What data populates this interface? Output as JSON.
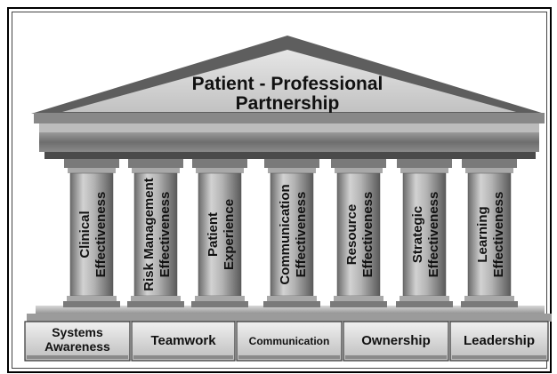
{
  "pediment": {
    "line1": "Patient - Professional",
    "line2": "Partnership"
  },
  "pillars": [
    {
      "line1": "Clinical",
      "line2": "Effectiveness"
    },
    {
      "line1": "Risk Management",
      "line2": "Effectiveness"
    },
    {
      "line1": "Patient",
      "line2": "Experience"
    },
    {
      "line1": "Communication",
      "line2": "Effectiveness"
    },
    {
      "line1": "Resource",
      "line2": "Effectiveness"
    },
    {
      "line1": "Strategic",
      "line2": "Effectiveness"
    },
    {
      "line1": "Learning",
      "line2": "Effectiveness"
    }
  ],
  "foundation": [
    {
      "line1": "Systems",
      "line2": "Awareness"
    },
    {
      "line1": "Teamwork",
      "line2": ""
    },
    {
      "line1": "Communication",
      "line2": ""
    },
    {
      "line1": "Ownership",
      "line2": ""
    },
    {
      "line1": "Leadership",
      "line2": ""
    }
  ]
}
